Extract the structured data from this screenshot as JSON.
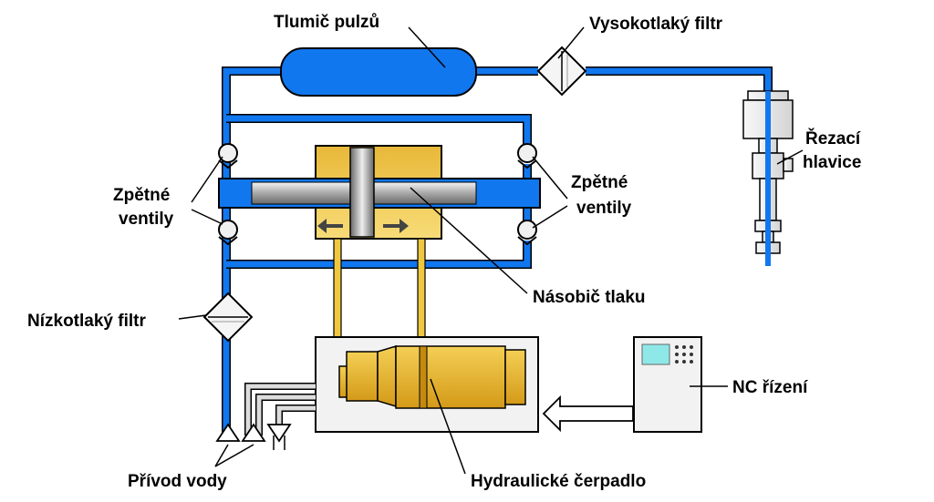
{
  "labels": {
    "pulse_damper": "Tlumič pulzů",
    "hp_filter": "Vysokotlaký filtr",
    "cutting_head_1": "Řezací",
    "cutting_head_2": "hlavice",
    "check_valves_left_1": "Zpětné",
    "check_valves_left_2": "ventily",
    "check_valves_right_1": "Zpětné",
    "check_valves_right_2": "ventily",
    "intensifier": "Násobič tlaku",
    "lp_filter": "Nízkotlaký filtr",
    "nc_control": "NC řízení",
    "water_inlet": "Přívod vody",
    "hydraulic_pump": "Hydraulické čerpadlo"
  },
  "colors": {
    "water_pipe": "#1177EE",
    "hydraulic_yellow": "#F0C840",
    "hydraulic_dark": "#D9A520",
    "cylinder_gray": "#B8B8B8",
    "box_fill": "#F2F2F2",
    "outline": "#000000"
  }
}
